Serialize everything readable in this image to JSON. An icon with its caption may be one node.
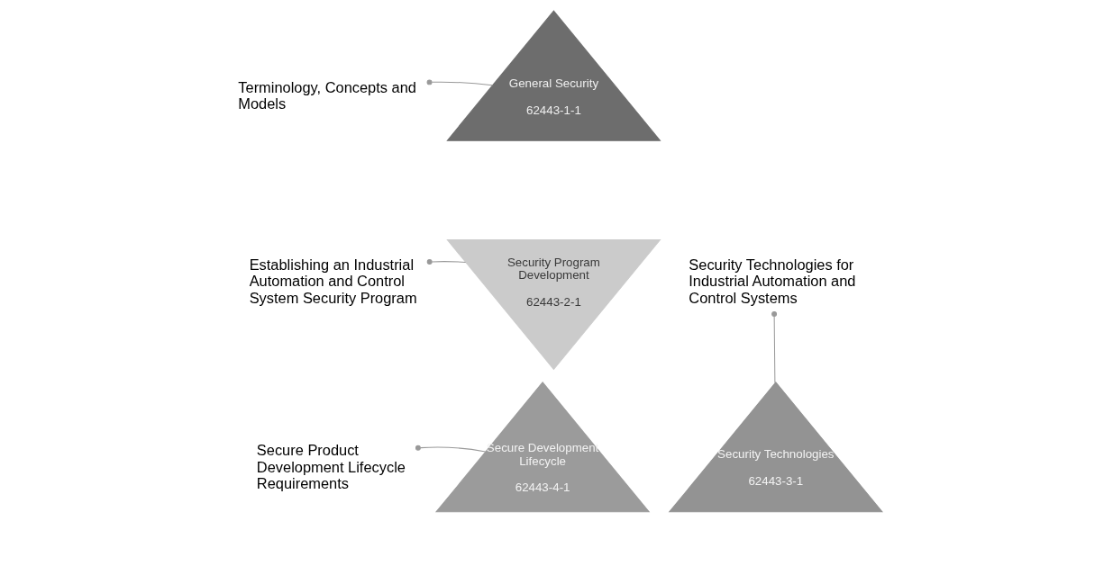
{
  "diagram": {
    "nodes": [
      {
        "text": [
          "Terminology, Concepts and Models"
        ]
      },
      {
        "text": [
          "General Security",
          "62443-1-1"
        ]
      },
      {
        "text": [
          "Establishing an Industrial Automation and Control System Security Program"
        ]
      },
      {
        "text": [
          "Security Program Development",
          "62443-2-1"
        ]
      },
      {
        "text": [
          "Security Technologies for Industrial Automation and Control Systems"
        ]
      },
      {
        "text": [
          "Secure Product Development Lifecycle Requirements"
        ]
      },
      {
        "text": [
          "Secure Development Lifecycle",
          "62443-4-1"
        ]
      },
      {
        "text": [
          "Security Technologies",
          "62443-3-1"
        ]
      }
    ],
    "edges": [
      {
        "from": 0,
        "to": 1,
        "arrow": "other"
      },
      {
        "from": 2,
        "to": 3,
        "arrow": "other"
      },
      {
        "from": 4,
        "to": 7,
        "arrow": "other"
      },
      {
        "from": 5,
        "to": 6,
        "arrow": "other"
      }
    ]
  }
}
